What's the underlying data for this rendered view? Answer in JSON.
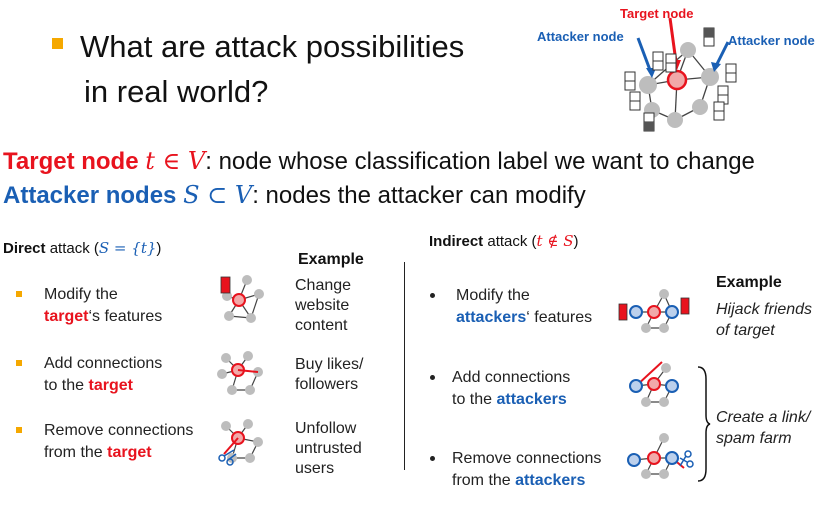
{
  "title": {
    "line1": "What are attack possibilities",
    "line2": "in real world?"
  },
  "header_graph": {
    "target_label": "Target node",
    "attacker_left_label": "Attacker node",
    "attacker_right_label": "Attacker node"
  },
  "definitions": {
    "target_term": "Target node",
    "target_math": "t ∈ V",
    "target_desc": ": node whose classification label we want to change",
    "attacker_term": "Attacker nodes",
    "attacker_math": "S ⊂ V",
    "attacker_desc": ": nodes the attacker can modify"
  },
  "direct": {
    "heading_bold": "Direct",
    "heading_rest": " attack (",
    "heading_math": "S = {t}",
    "heading_close": ")",
    "example_heading": "Example",
    "items": [
      {
        "line1": "Modify the",
        "line2_hl": "target",
        "line2_rest": "‘s features",
        "ex1": "Change",
        "ex2": "website",
        "ex3": "content"
      },
      {
        "line1": "Add connections",
        "line2_pre": "to the ",
        "line2_hl": "target",
        "ex1": "Buy likes/",
        "ex2": "followers"
      },
      {
        "line1": "Remove connections",
        "line2_pre": "from the ",
        "line2_hl": "target",
        "ex1": "Unfollow",
        "ex2": "untrusted",
        "ex3": "users"
      }
    ]
  },
  "indirect": {
    "heading_bold": "Indirect",
    "heading_rest": " attack (",
    "heading_math": "t ∉ S",
    "heading_close": ")",
    "example_heading": "Example",
    "items": [
      {
        "line1": "Modify the",
        "line2_hl": "attackers",
        "line2_rest": "‘ features"
      },
      {
        "line1": "Add connections",
        "line2_pre": "to the ",
        "line2_hl": "attackers"
      },
      {
        "line1": "Remove connections",
        "line2_pre": "from the ",
        "line2_hl": "attackers"
      }
    ],
    "example1_line1": "Hijack friends",
    "example1_line2": "of target",
    "example2_line1": "Create a link/",
    "example2_line2": "spam farm"
  },
  "colors": {
    "target": "#e8131e",
    "attacker": "#1a5fb4",
    "bullet": "#f5a800",
    "node": "#bdbdbd"
  }
}
